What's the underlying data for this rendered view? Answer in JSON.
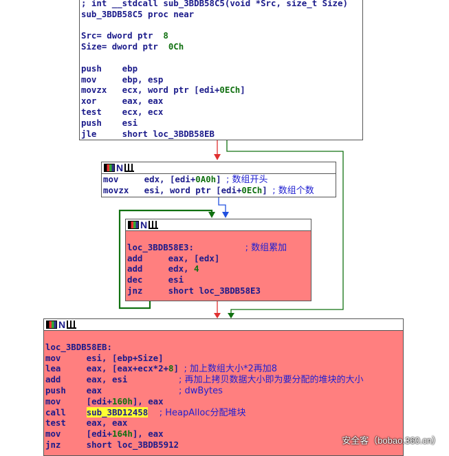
{
  "block1": {
    "lines": [
      "; int __stdcall sub_3BDB58C5(void *Src, size_t Size)",
      "sub_3BDB58C5 proc near",
      "",
      "Src= dword ptr  8",
      "Size= dword ptr  0Ch",
      "",
      "push    ebp",
      "mov     ebp, esp",
      "movzx   ecx, word ptr [edi+0ECh]",
      "xor     eax, eax",
      "test    ecx, ecx",
      "push    esi",
      "jle     short loc_3BDB58EB"
    ]
  },
  "block2": {
    "l1_code": "mov     edx, [edi+0A0h] ",
    "l1_cmt": "; 数组开头",
    "l2_code": "movzx   esi, word ptr [edi+0ECh] ",
    "l2_cmt": "; 数组个数"
  },
  "block3": {
    "label": "loc_3BDB58E3:          ",
    "label_cmt": "; 数组累加",
    "l1": "add     eax, [edx]",
    "l2": "add     edx, 4",
    "l3": "dec     esi",
    "l4": "jnz     short loc_3BDB58E3"
  },
  "block4": {
    "label": "loc_3BDB58EB:",
    "l1": "mov     esi, [ebp+Size]",
    "l2_code": "lea     eax, [eax+ecx*2+8] ",
    "l2_cmt": "; 加上数组大小*2再加8",
    "l3_code": "add     eax, esi          ",
    "l3_cmt": "; 再加上拷贝数据大小即为要分配的堆块的大小",
    "l4_code": "push    eax               ",
    "l4_cmt": "; dwBytes",
    "l5": "mov     [edi+160h], eax",
    "l6_pre": "call    ",
    "l6_hl": "sub_3BD12458",
    "l6_cmt": "    ; HeapAlloc分配堆块",
    "l7": "test    eax, eax",
    "l8": "mov     [edi+164h], eax",
    "l9": "jnz     short loc_3BDB5912"
  },
  "watermark": "安全客（bobao.360.cn）",
  "colors": {
    "true_edge": "#107010",
    "false_edge": "#e03030",
    "uncond_edge": "#2050e0",
    "block_red": "#ff7f7f"
  },
  "icons": [
    "block-type-icon",
    "n-icon",
    "bars-icon"
  ]
}
